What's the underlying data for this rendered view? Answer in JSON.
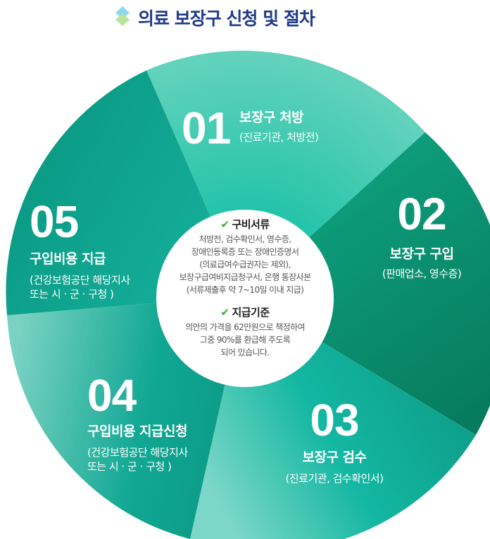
{
  "title": "의료 보장구 신청 및 절차",
  "steps": [
    {
      "num": "01",
      "label": "보장구 처방",
      "sub": [
        "(진료기관, 처방전)"
      ]
    },
    {
      "num": "02",
      "label": "보장구 구입",
      "sub": [
        "(판매업소, 영수증)"
      ]
    },
    {
      "num": "03",
      "label": "보장구 검수",
      "sub": [
        "(진료기관, 검수확인서)"
      ]
    },
    {
      "num": "04",
      "label": "구입비용 지급신청",
      "sub": [
        "(건강보험공단 해당지사",
        "또는 시 · 군 · 구청 )"
      ]
    },
    {
      "num": "05",
      "label": "구입비용 지급",
      "sub": [
        "(건강보험공단 해당지사",
        "또는 시 · 군 · 구청 )"
      ]
    }
  ],
  "center": {
    "documents": {
      "heading": "구비서류",
      "lines": [
        "처방전, 검수확인서, 영수증,",
        "장애인등록증 또는 장애인증명서",
        "(의료급여수급권자는 제외),",
        "보장구급여비지급청구서, 은행 통장사본",
        "(서류제출후 약 7~10일 이내 지급)"
      ]
    },
    "criteria": {
      "heading": "지급기준",
      "lines": [
        "의안의 가격을 62만원으로 책정하여",
        "그중 90%를 환급해 주도록",
        "되어 있습니다."
      ]
    }
  },
  "colors": {
    "title": "#1e3a8a",
    "teal": "#11b29e",
    "dark_green": "#0b8a66",
    "check": "#3aaa35"
  }
}
